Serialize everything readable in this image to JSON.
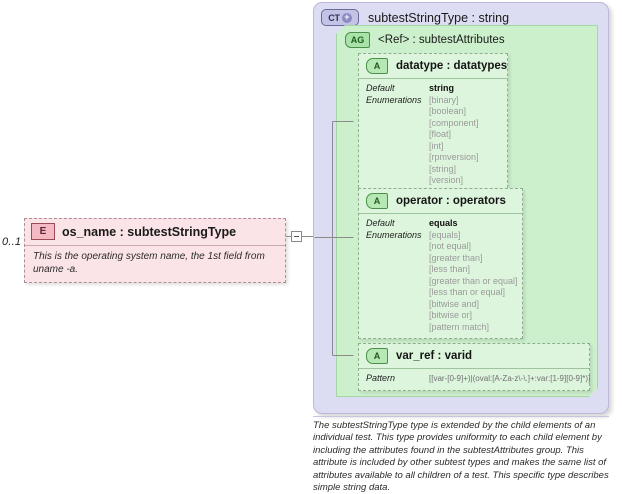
{
  "diagram": {
    "kind": "xsd-schema-diagram",
    "colors": {
      "element_fill": "#fbe4e7",
      "element_border": "#b08d95",
      "complextype_fill": "#dcdcf2",
      "attributegroup_fill": "#ccf0cc",
      "attribute_fill": "#ddf5dd",
      "enum_text": "#9a9a9a"
    }
  },
  "element": {
    "cardinality": "0..1",
    "icon": "element-icon",
    "icon_label": "E",
    "title": "os_name : subtestStringType",
    "name": "os_name",
    "type": "subtestStringType",
    "description": "This is the operating system name, the 1st field from uname -a.",
    "connector": "collapse-minus-icon"
  },
  "complex_type": {
    "icon": "complextype-icon",
    "icon_label": "CT",
    "icon_badge": "+",
    "title": "subtestStringType : string",
    "name": "subtestStringType",
    "base": "string",
    "description": "The subtestStringType type is extended by the child elements of an individual test.  This type provides uniformity to each child element by including the attributes found in the subtestAttributes group.  This attribute is included by other subtest types and makes the same list of attributes available to all children of a test.  This specific type describes simple string data."
  },
  "attribute_group": {
    "icon": "attributegroup-icon",
    "icon_label": "AG",
    "ref_label": "<Ref>",
    "separator": ": ",
    "name": "subtestAttributes",
    "title": "<Ref>     : subtestAttributes"
  },
  "attributes": [
    {
      "icon": "attribute-icon",
      "icon_label": "A",
      "title": "datatype : datatypes",
      "name": "datatype",
      "type": "datatypes",
      "facet_labels": [
        "Default",
        "Enumerations"
      ],
      "default": "string",
      "enumerations": [
        "[binary]",
        "[boolean]",
        "[component]",
        "[float]",
        "[int]",
        "[rpmversion]",
        "[string]",
        "[version]"
      ]
    },
    {
      "icon": "attribute-icon",
      "icon_label": "A",
      "title": "operator : operators",
      "name": "operator",
      "type": "operators",
      "facet_labels": [
        "Default",
        "Enumerations"
      ],
      "default": "equals",
      "enumerations": [
        "[equals]",
        "[not equal]",
        "[greater than]",
        "[less than]",
        "[greater than or equal]",
        "[less than or equal]",
        "[bitwise and]",
        "[bitwise or]",
        "[pattern match]"
      ]
    },
    {
      "icon": "attribute-icon",
      "icon_label": "A",
      "title": "var_ref    : varid",
      "name": "var_ref",
      "type": "varid",
      "facet_labels": [
        "Pattern"
      ],
      "pattern": "[[var-[0-9]+)|(oval:[A-Za-z\\-\\.]+:var:[1-9][0-9]*)]"
    }
  ]
}
